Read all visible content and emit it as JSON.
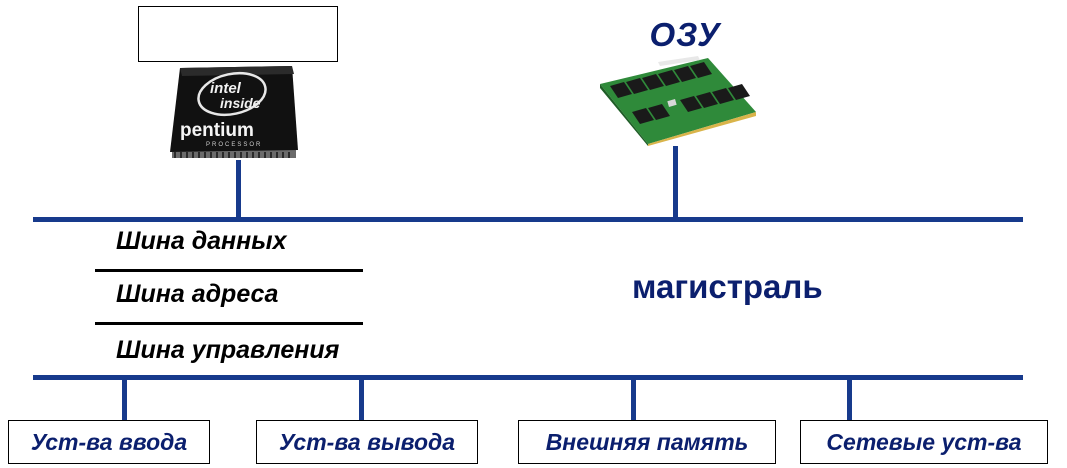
{
  "ram": {
    "label": "ОЗУ"
  },
  "cpu": {
    "box_label": "",
    "logo_line1": "intel",
    "logo_line2": "inside",
    "logo_brand": "pentium",
    "logo_sub": "PROCESSOR"
  },
  "bus": {
    "labels": [
      "Шина данных",
      "Шина адреса",
      "Шина управления"
    ],
    "name": "магистраль"
  },
  "devices": [
    {
      "label": "Уст-ва ввода"
    },
    {
      "label": "Уст-ва вывода"
    },
    {
      "label": "Внешняя память"
    },
    {
      "label": "Сетевые уст-ва"
    }
  ],
  "colors": {
    "accent": "#173a8c",
    "text_blue": "#0b1f6e"
  }
}
